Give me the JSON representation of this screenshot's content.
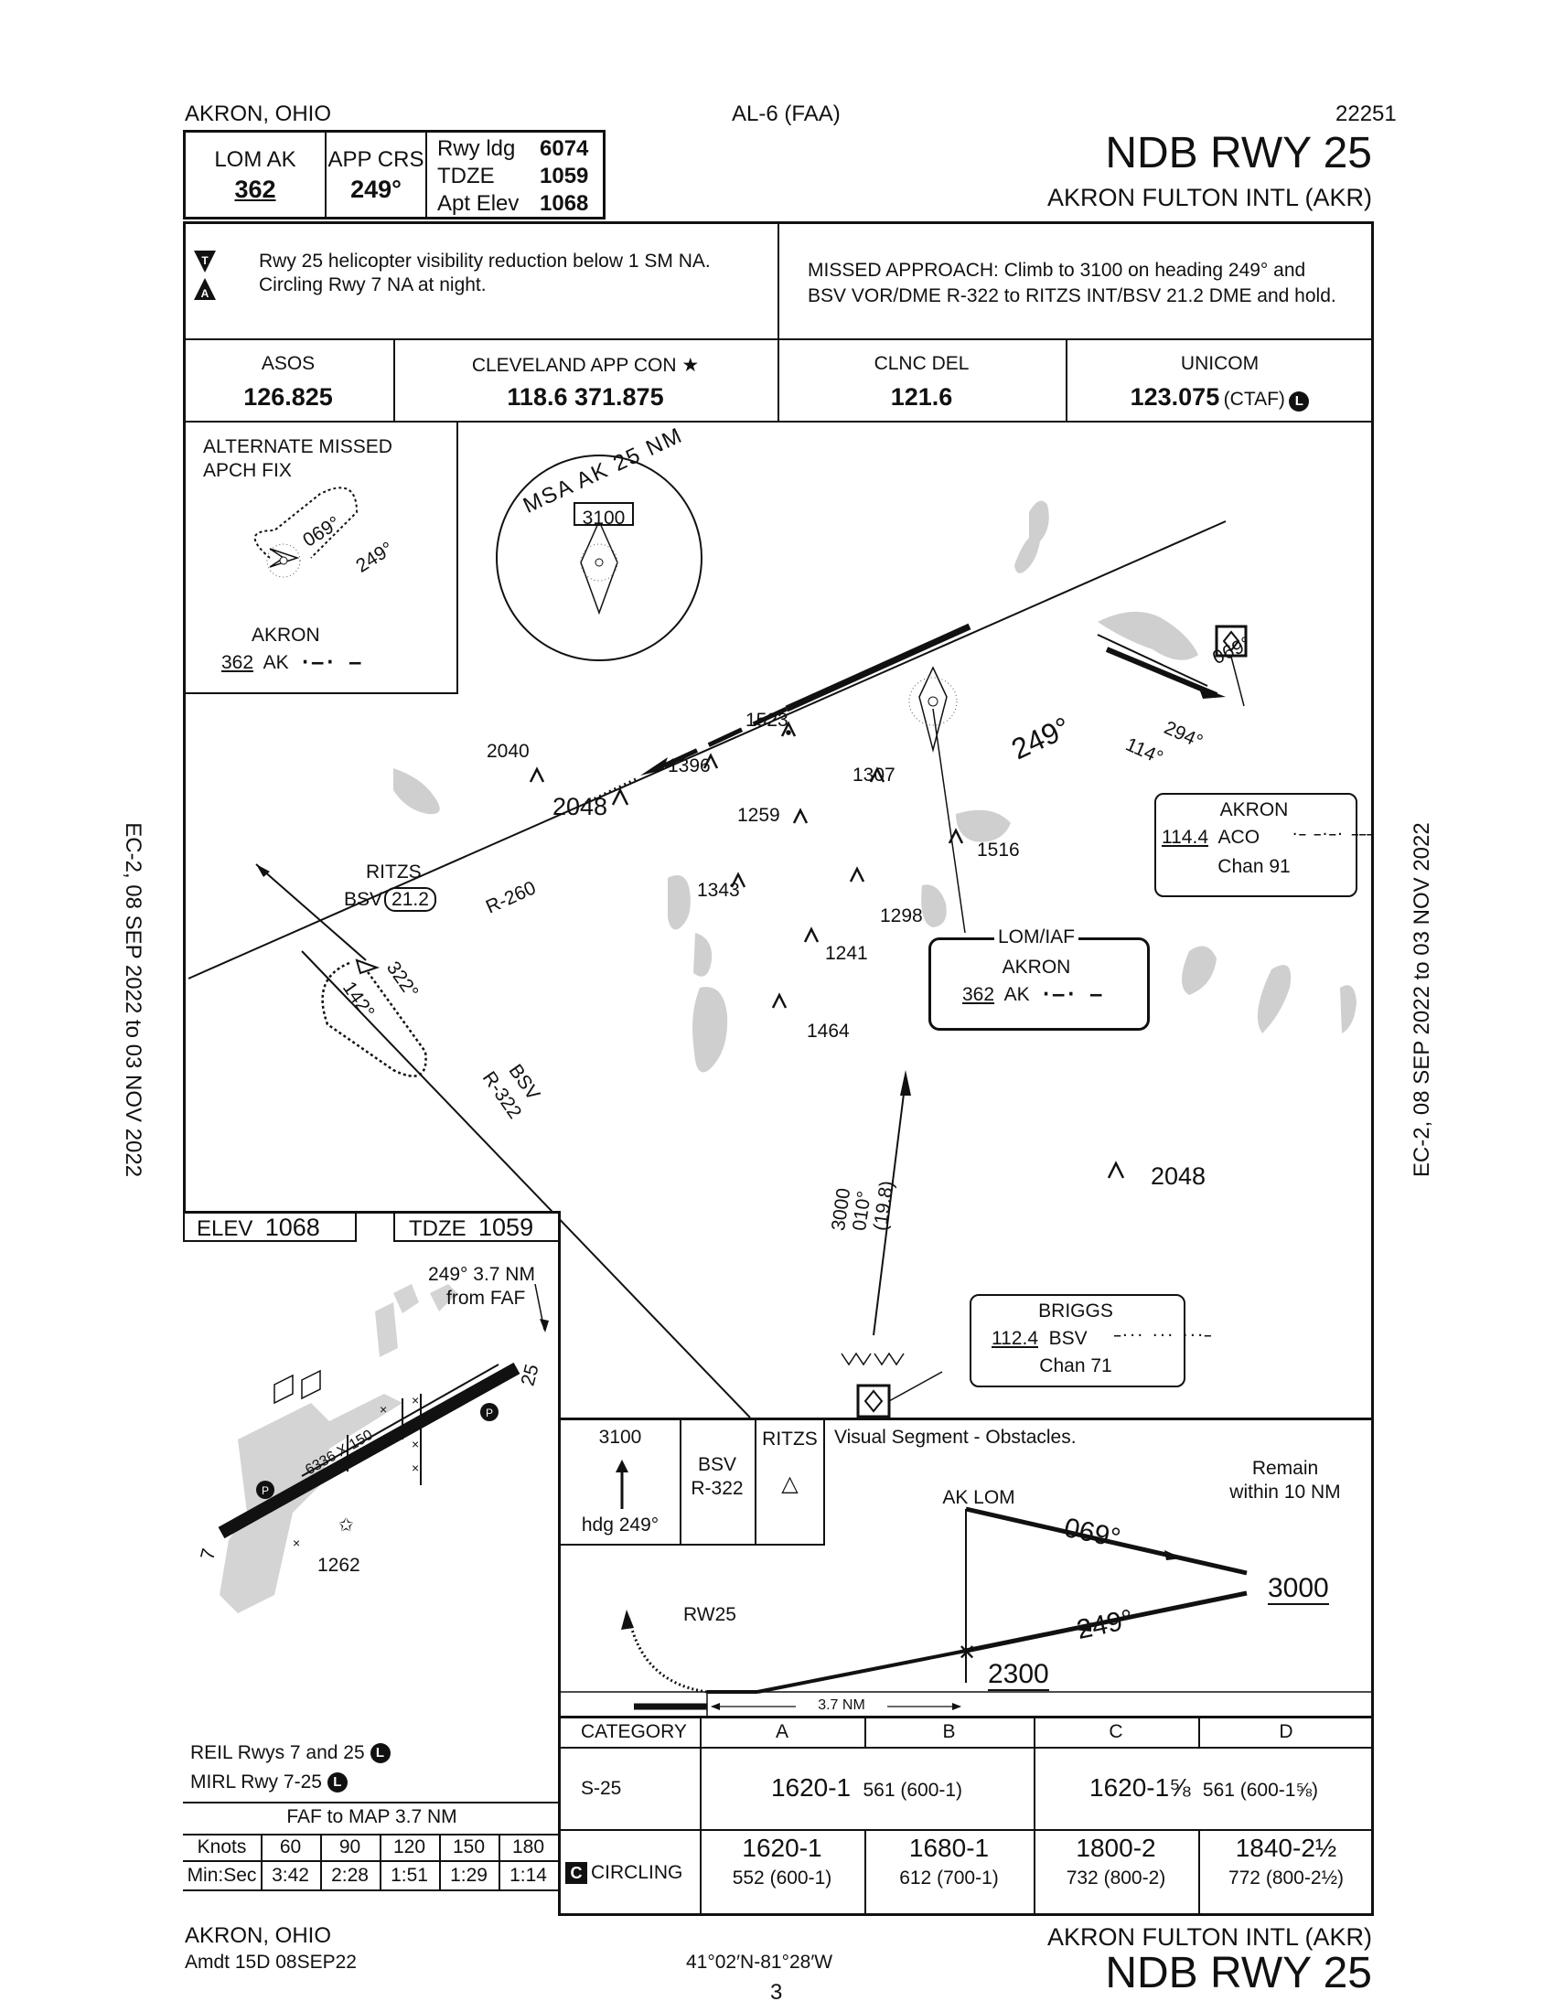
{
  "header": {
    "city": "AKRON, OHIO",
    "chart_id": "AL-6 (FAA)",
    "cycle": "22251",
    "procedure": "NDB RWY 25",
    "airport": "AKRON FULTON INTL (AKR)"
  },
  "briefing": {
    "lom_label": "LOM AK",
    "lom_freq": "362",
    "app_crs_label": "APP CRS",
    "app_crs": "249°",
    "rwy_ldg_label": "Rwy ldg",
    "rwy_ldg": "6074",
    "tdze_label": "TDZE",
    "tdze": "1059",
    "apt_elev_label": "Apt Elev",
    "apt_elev": "1068"
  },
  "notes": {
    "line1": "Rwy 25 helicopter visibility reduction below 1 SM NA.",
    "line2": "Circling Rwy 7 NA at night.",
    "missed_line1": "MISSED APPROACH:  Climb to 3100 on heading 249° and",
    "missed_line2": "BSV VOR/DME R-322 to RITZS INT/BSV 21.2 DME and hold."
  },
  "comms": {
    "asos_label": "ASOS",
    "asos": "126.825",
    "app_label": "CLEVELAND APP CON",
    "app": "118.6  371.875",
    "clnc_label": "CLNC DEL",
    "clnc": "121.6",
    "unicom_label": "UNICOM",
    "unicom": "123.075",
    "ctaf": "(CTAF)",
    "lighting_symbol": "L"
  },
  "plan": {
    "alt_missed_line1": "ALTERNATE MISSED",
    "alt_missed_line2": "APCH FIX",
    "alt_hdg_069": "069°",
    "alt_hdg_249": "249°",
    "alt_ndb_name": "AKRON",
    "alt_ndb_freq": "362",
    "alt_ndb_id": "AK",
    "msa_label": "MSA AK 25 NM",
    "msa_alt": "3100",
    "obstacles": [
      "1523",
      "2040",
      "1396",
      "1307",
      "2048",
      "1259",
      "1516",
      "1343",
      "1298",
      "1241",
      "1464",
      "2048"
    ],
    "course_249": "249°",
    "course_069": "069°",
    "course_294": "294°",
    "course_114": "114°",
    "r260": "R-260",
    "ritzs_name": "RITZS",
    "ritzs_bsv": "BSV",
    "ritzs_dme": "21.2",
    "hold_322": "322°",
    "hold_142": "142°",
    "bsv_r322_1": "BSV",
    "bsv_r322_2": "R-322",
    "vor_aco_name": "AKRON",
    "vor_aco_freq": "114.4",
    "vor_aco_id": "ACO",
    "vor_aco_chan": "Chan 91",
    "lom_iaf_label": "LOM/IAF",
    "lom_name": "AKRON",
    "lom_freq": "362",
    "lom_id": "AK",
    "feeder_alt": "3000",
    "feeder_crs": "010°",
    "feeder_dist": "(19.8)",
    "briggs_name": "BRIGGS",
    "briggs_freq": "112.4",
    "briggs_id": "BSV",
    "briggs_chan": "Chan 71",
    "morse_ak": "·–·  –",
    "morse_aco": "·–  –·–·  –––",
    "morse_bsv": "–···  ···  ···–",
    "margin_left": "EC-2, 08 SEP 2022 to 03 NOV 2022",
    "margin_right": "EC-2, 08 SEP 2022 to 03 NOV 2022"
  },
  "airport_diagram": {
    "elev_label": "ELEV",
    "elev": "1068",
    "tdze_label": "TDZE",
    "tdze": "1059",
    "faf_note_1": "249° 3.7 NM",
    "faf_note_2": "from FAF",
    "rwy_dims": "6336 X 150",
    "rwy_end_25": "25",
    "rwy_end_7": "7",
    "obstacle": "1262",
    "reil": "REIL Rwys 7 and 25",
    "mirl": "MIRL Rwy 7-25",
    "lighting_symbol": "L"
  },
  "profile": {
    "ma_alt": "3100",
    "ma_hdg": "hdg 249°",
    "ma_fix_1": "BSV",
    "ma_fix_2": "R-322",
    "ma_ritzs": "RITZS",
    "visual_segment": "Visual Segment - Obstacles.",
    "remain_1": "Remain",
    "remain_2": "within 10 NM",
    "ak_lom": "AK LOM",
    "crs_069": "069°",
    "crs_249": "249°",
    "alt_3000": "3000",
    "alt_2300": "2300",
    "rw25": "RW25",
    "dist": "3.7 NM"
  },
  "timing": {
    "faf_to_map": "FAF to MAP  3.7 NM",
    "knots_label": "Knots",
    "minsec_label": "Min:Sec",
    "knots": [
      "60",
      "90",
      "120",
      "150",
      "180"
    ],
    "times": [
      "3:42",
      "2:28",
      "1:51",
      "1:29",
      "1:14"
    ]
  },
  "minimums": {
    "category_label": "CATEGORY",
    "cats": [
      "A",
      "B",
      "C",
      "D"
    ],
    "s25_label": "S-25",
    "s25_ab_main": "1620-1",
    "s25_ab_sub": "561 (600-1)",
    "s25_cd_main": "1620-1⅝",
    "s25_cd_sub": "561 (600-1⅝)",
    "circ_badge": "C",
    "circ_label": "CIRCLING",
    "circ_main": [
      "1620-1",
      "1680-1",
      "1800-2",
      "1840-2½"
    ],
    "circ_sub": [
      "552 (600-1)",
      "612 (700-1)",
      "732 (800-2)",
      "772 (800-2½)"
    ]
  },
  "footer": {
    "city": "AKRON, OHIO",
    "amdt": "Amdt 15D   08SEP22",
    "coords": "41°02′N-81°28′W",
    "airport": "AKRON FULTON INTL (AKR)",
    "procedure": "NDB RWY 25",
    "page": "3"
  }
}
